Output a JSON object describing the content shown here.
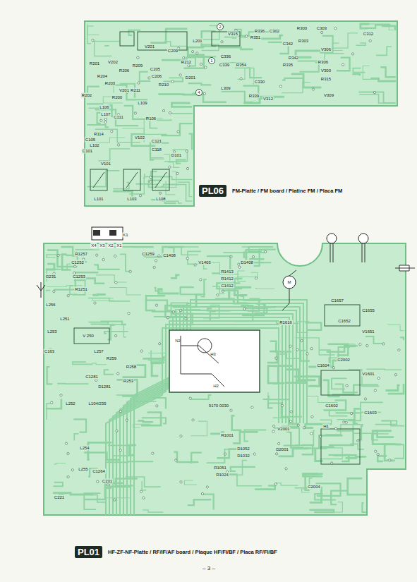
{
  "diagram": {
    "caption": "– 3 –",
    "nodes": [
      {
        "text": [
          "PL06",
          "FM-Platte / FM board / Platine FM / Placa FM"
        ]
      },
      {
        "text": [
          "PL01",
          "HF-ZF-NF-Platte / RF/IF/AF board / Plaque HF/FI/BF / Placa RF/FI/BF"
        ]
      }
    ],
    "labels": [
      "V201",
      "L201",
      "R300",
      "C303",
      "C312",
      "C302",
      "R336",
      "V315",
      "C209",
      "R212",
      "C205",
      "C206",
      "R209",
      "R210",
      "D201",
      "R201",
      "V202",
      "R206",
      "R204",
      "R203",
      "R202",
      "V201",
      "R200",
      "R211",
      "C336",
      "C339",
      "R354",
      "L309",
      "R351",
      "C342",
      "R303",
      "V306",
      "R342",
      "R335",
      "R306",
      "V300",
      "R315",
      "V309",
      "V312",
      "R339",
      "C330",
      "L106",
      "L107",
      "C111",
      "L109",
      "R106",
      "C121",
      "C118",
      "D101",
      "R114",
      "C105",
      "L102",
      "C101",
      "V101",
      "V102",
      "L101",
      "L103",
      "L108",
      "2",
      "1",
      "4",
      "K1",
      "X4",
      "X3",
      "X2",
      "X1",
      "G231",
      "R1257",
      "C1252",
      "C1253",
      "R1251",
      "C1259",
      "C1408",
      "V1403",
      "R1413",
      "R1412",
      "C1412",
      "D1408",
      "M",
      "L256",
      "L251",
      "V 250",
      "L253",
      "C163",
      "L257",
      "R259",
      "R258",
      "R253",
      "L252",
      "L104/235",
      "C1281",
      "D1281",
      "L254",
      "L255",
      "C1264",
      "C231",
      "C221",
      "N2",
      "H3",
      "H2",
      "9170 0030",
      "R1001",
      "D1052",
      "D1032",
      "R1051",
      "R1024",
      "V2001",
      "D2001",
      "C2004",
      "H1",
      "R1616",
      "C1657",
      "C1652",
      "V1651",
      "C1655",
      "C2002",
      "C1604",
      "V1601",
      "C1602",
      "C1603"
    ]
  }
}
